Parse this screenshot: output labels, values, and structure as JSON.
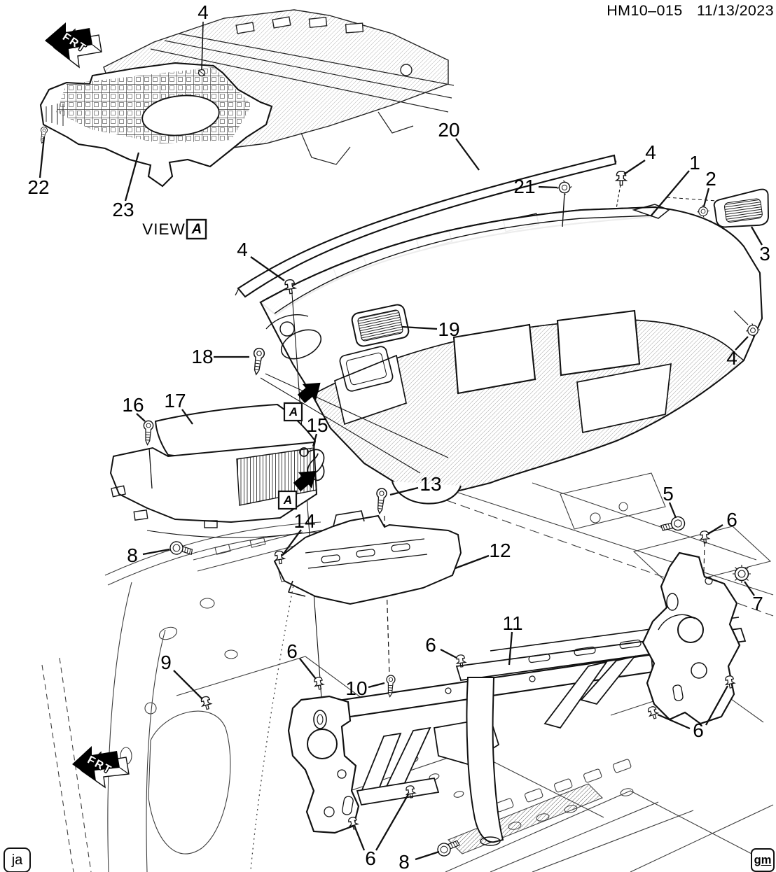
{
  "header": {
    "drawing_number": "HM10–015",
    "date": "11/13/2023"
  },
  "view_label": {
    "text": "VIEW",
    "marker": "A"
  },
  "detail_view_markers": {
    "upper": "A",
    "lower": "A"
  },
  "direction_markers": {
    "front_top": "FRT",
    "front_bottom": "FRT"
  },
  "corner_marks": {
    "bottom_left": "ja",
    "bottom_right": "gm"
  },
  "callouts": [
    {
      "label": "4"
    },
    {
      "label": "22"
    },
    {
      "label": "23"
    },
    {
      "label": "20"
    },
    {
      "label": "21"
    },
    {
      "label": "4"
    },
    {
      "label": "1"
    },
    {
      "label": "2"
    },
    {
      "label": "3"
    },
    {
      "label": "4"
    },
    {
      "label": "19"
    },
    {
      "label": "18"
    },
    {
      "label": "4"
    },
    {
      "label": "16"
    },
    {
      "label": "17"
    },
    {
      "label": "15"
    },
    {
      "label": "13"
    },
    {
      "label": "14"
    },
    {
      "label": "5"
    },
    {
      "label": "6"
    },
    {
      "label": "12"
    },
    {
      "label": "8"
    },
    {
      "label": "7"
    },
    {
      "label": "11"
    },
    {
      "label": "9"
    },
    {
      "label": "6"
    },
    {
      "label": "6"
    },
    {
      "label": "10"
    },
    {
      "label": "6"
    },
    {
      "label": "6"
    },
    {
      "label": "8"
    }
  ]
}
